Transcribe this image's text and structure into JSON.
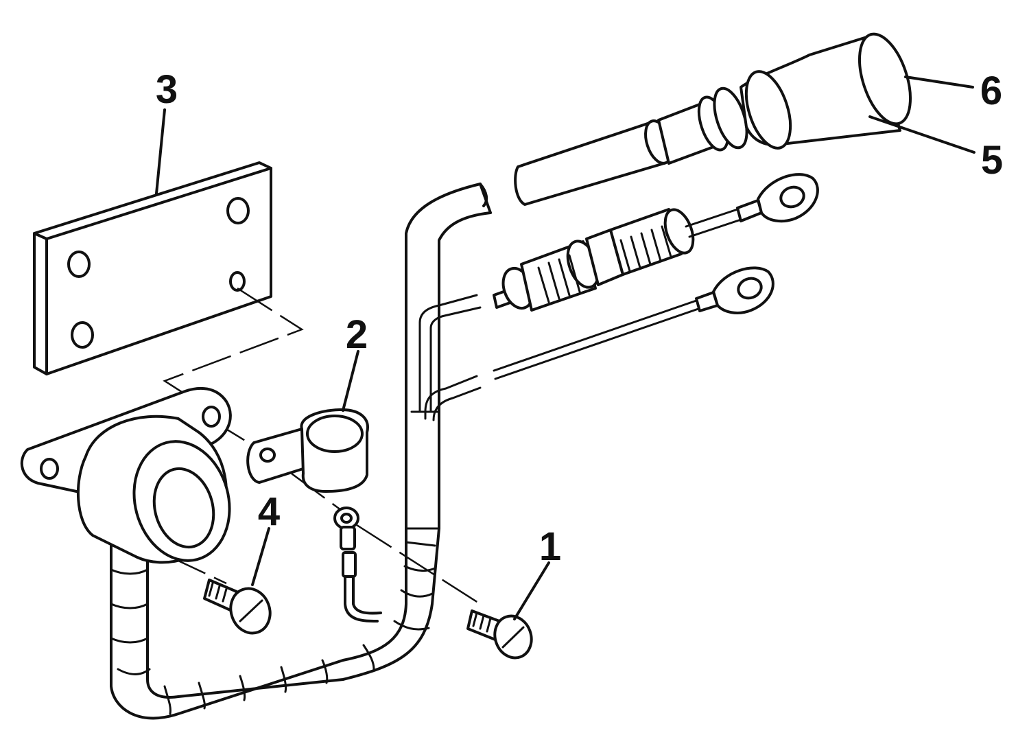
{
  "figure": {
    "callouts": [
      {
        "id": "c1",
        "label": "1"
      },
      {
        "id": "c2",
        "label": "2"
      },
      {
        "id": "c3",
        "label": "3"
      },
      {
        "id": "c4",
        "label": "4"
      },
      {
        "id": "c5",
        "label": "5"
      },
      {
        "id": "c6",
        "label": "6"
      }
    ],
    "colors": {
      "ink": "#111111",
      "paper": "#ffffff"
    }
  }
}
